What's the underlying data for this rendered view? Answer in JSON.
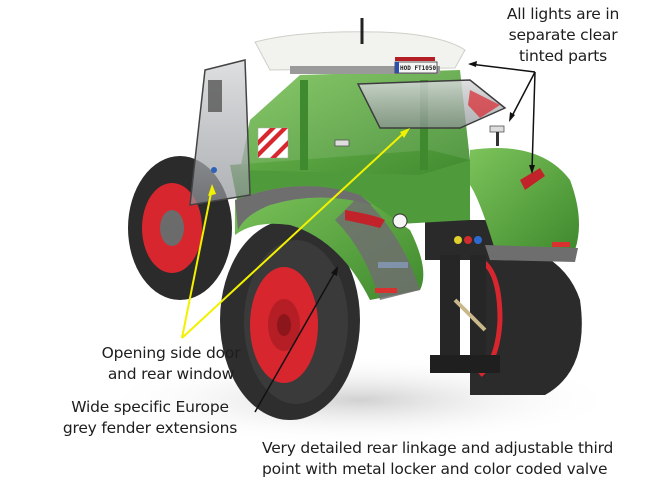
{
  "image": {
    "subject": "Fendt 1050 Vario tractor scale model, rear three-quarter view",
    "background": "#ffffff",
    "license_plate": "HOD FT1050"
  },
  "colors": {
    "body_green": "#4f9a3a",
    "body_green_light": "#7cc35a",
    "fender_grey": "#6e6e6e",
    "rim_red": "#d8262e",
    "tyre_black": "#2b2b2b",
    "roof_white": "#f2f2ee",
    "yellow_line": "#f2f200",
    "black_line": "#111111"
  },
  "callouts": {
    "lights": {
      "lines": [
        "All lights are in",
        "separate clear",
        "tinted parts"
      ],
      "line_color": "black"
    },
    "door": {
      "lines": [
        "Opening side door",
        "and rear window"
      ],
      "line_color": "yellow"
    },
    "fender": {
      "lines": [
        "Wide specific Europe",
        "grey fender extensions"
      ],
      "line_color": "black"
    },
    "linkage": {
      "lines": [
        "Very detailed rear linkage and adjustable third",
        "point with metal locker and color coded valve"
      ],
      "line_color": "none"
    }
  }
}
